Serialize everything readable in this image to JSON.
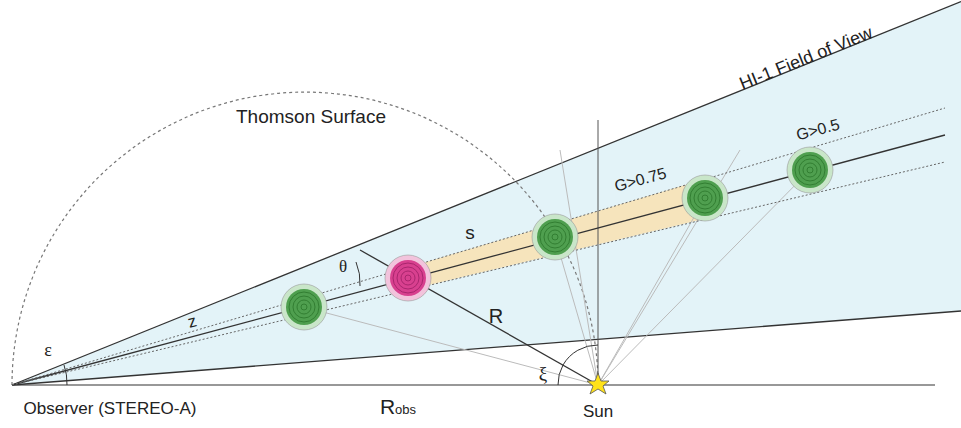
{
  "diagram": {
    "labels": [
      "Thomson Surface",
      "HI-1 Field of View",
      "G>0.75",
      "G>0.5",
      "s",
      "θ",
      "z",
      "ε",
      "R",
      "ξ",
      "Observer (STEREO-A)",
      "Robs",
      "Sun"
    ]
  }
}
